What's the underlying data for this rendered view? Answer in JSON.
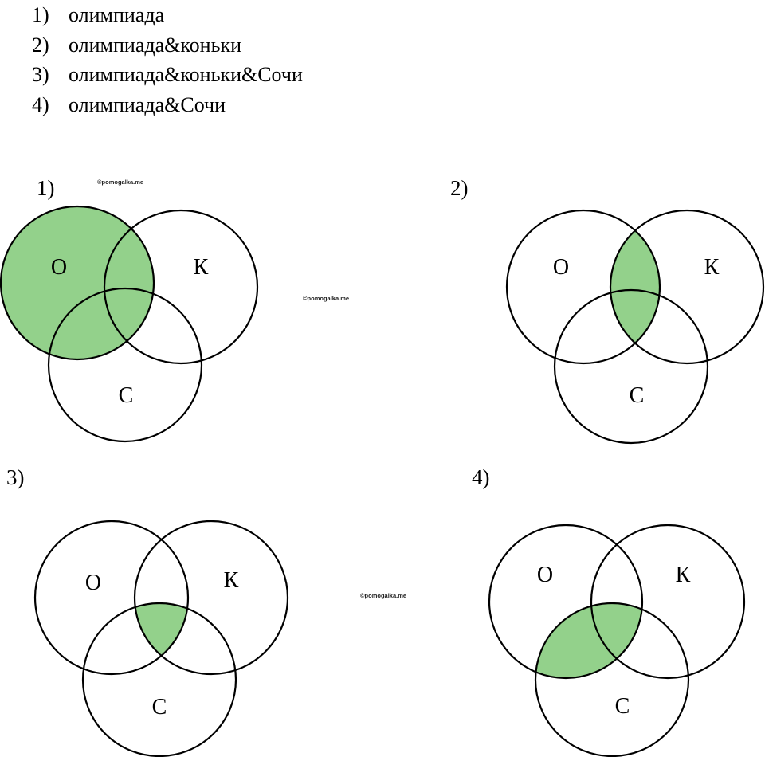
{
  "queries": [
    {
      "num": "1)",
      "text": "олимпиада"
    },
    {
      "num": "2)",
      "text": "олимпиада&коньки"
    },
    {
      "num": "3)",
      "text": "олимпиада&коньки&Сочи"
    },
    {
      "num": "4)",
      "text": "олимпиада&Сочи"
    }
  ],
  "watermarks": [
    "©pomogalka.me",
    "©pomogalka.me",
    "©pomogalka.me"
  ],
  "set_labels": {
    "o": "О",
    "k": "К",
    "c": "С"
  },
  "fill_color": "#93d18b",
  "diagrams": [
    {
      "label": "1)",
      "highlight": "O"
    },
    {
      "label": "2)",
      "highlight": "O&K"
    },
    {
      "label": "3)",
      "highlight": "O&K&C"
    },
    {
      "label": "4)",
      "highlight": "O&C"
    }
  ]
}
